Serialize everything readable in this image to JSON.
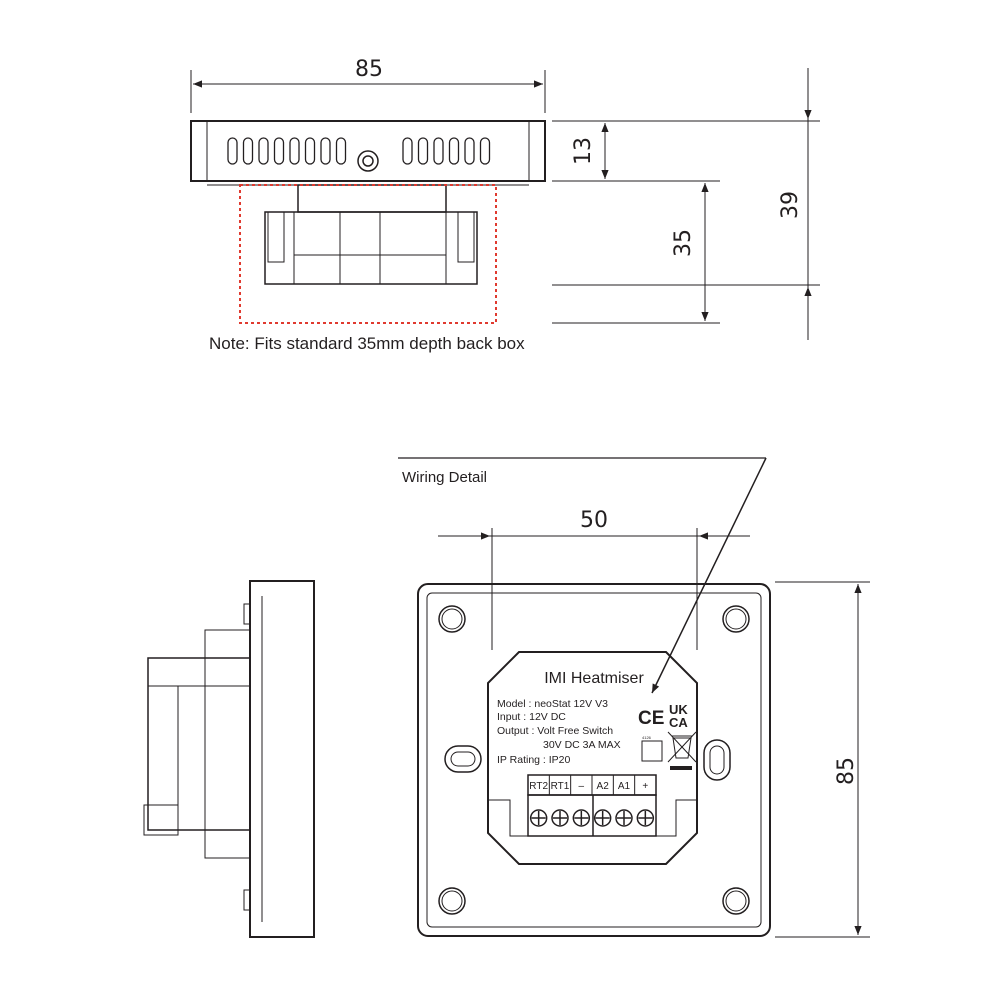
{
  "top_view": {
    "width_dim": "85",
    "dim_13": "13",
    "dim_35": "35",
    "dim_39": "39",
    "note": "Note: Fits standard 35mm depth back box"
  },
  "bottom_view": {
    "wiring_detail": "Wiring Detail",
    "width_dim": "50",
    "height_dim": "85"
  },
  "label": {
    "brand": "IMI Heatmiser",
    "model": "Model : neoStat 12V V3",
    "input": "Input : 12V DC",
    "output": "Output : Volt Free Switch",
    "output_rating": "30V DC 3A MAX",
    "ip_rating": "IP Rating : IP20",
    "ce_mark": "CE",
    "ukca_top": "UK",
    "ukca_bottom": "CA",
    "small_box_text": "4126",
    "terminals": [
      "RT2",
      "RT1",
      "–",
      "A2",
      "A1",
      "+"
    ]
  },
  "colors": {
    "line": "#231f20",
    "dotted_outline": "#e03a2f"
  }
}
